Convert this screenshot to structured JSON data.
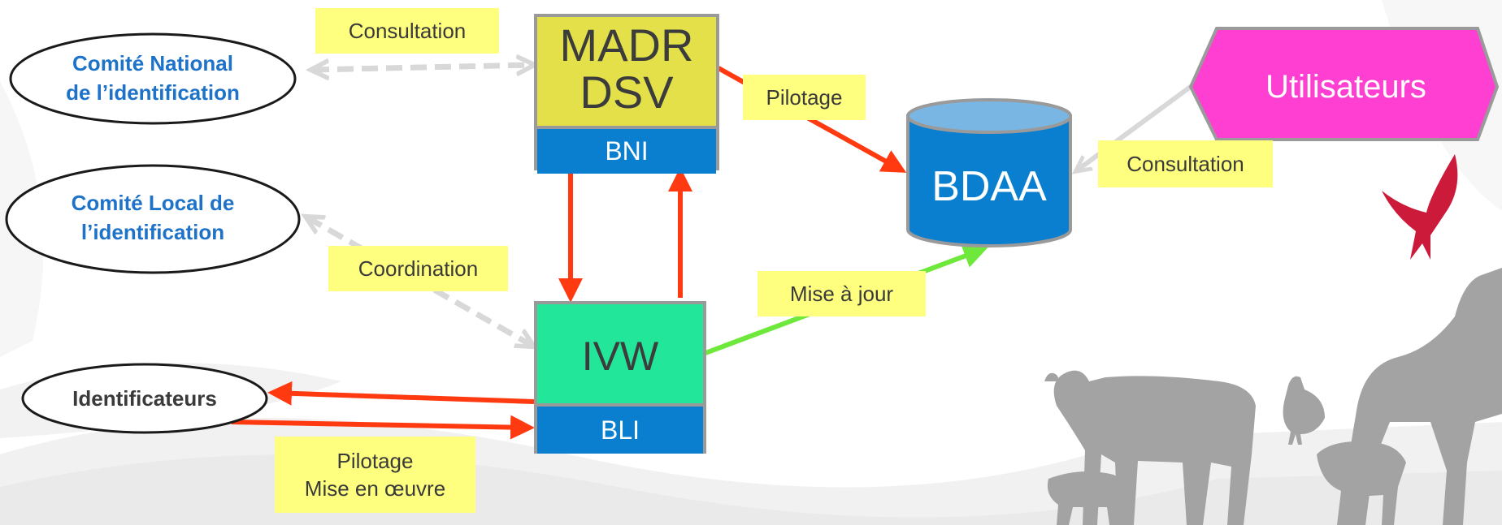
{
  "nodes": {
    "comite_national": {
      "line1": "Comité National",
      "line2": "de l’identification"
    },
    "comite_local": {
      "line1": "Comité Local de",
      "line2": "l’identification"
    },
    "identificateurs": {
      "label": "Identificateurs"
    },
    "madr": {
      "line1": "MADR",
      "line2": "DSV",
      "sub": "BNI"
    },
    "ivw": {
      "label": "IVW",
      "sub": "BLI"
    },
    "bdaa": {
      "label": "BDAA"
    },
    "utilisateurs": {
      "label": "Utilisateurs"
    }
  },
  "edge_labels": {
    "consultation_national": "Consultation",
    "pilotage_bdaa": "Pilotage",
    "consultation_users": "Consultation",
    "coordination": "Coordination",
    "mise_a_jour": "Mise à jour",
    "pilotage_line1": "Pilotage",
    "pilotage_line2": "Mise en œuvre"
  },
  "colors": {
    "madr_fill": "#e4e04a",
    "ivw_fill": "#22e69a",
    "sub_fill": "#0a7fd0",
    "bdaa_fill": "#0a7fd0",
    "bdaa_top": "#7ab6e3",
    "utilisateurs_fill": "#ff3fd2",
    "label_fill": "#ffff7f",
    "arrow_red": "#ff3a10",
    "arrow_green": "#6ee83a",
    "arrow_gray": "#d8d8d8",
    "oval_text_blue": "#1e73c8",
    "oval_text_dark": "#3a3a3a",
    "logo_red": "#cc1a3a"
  }
}
